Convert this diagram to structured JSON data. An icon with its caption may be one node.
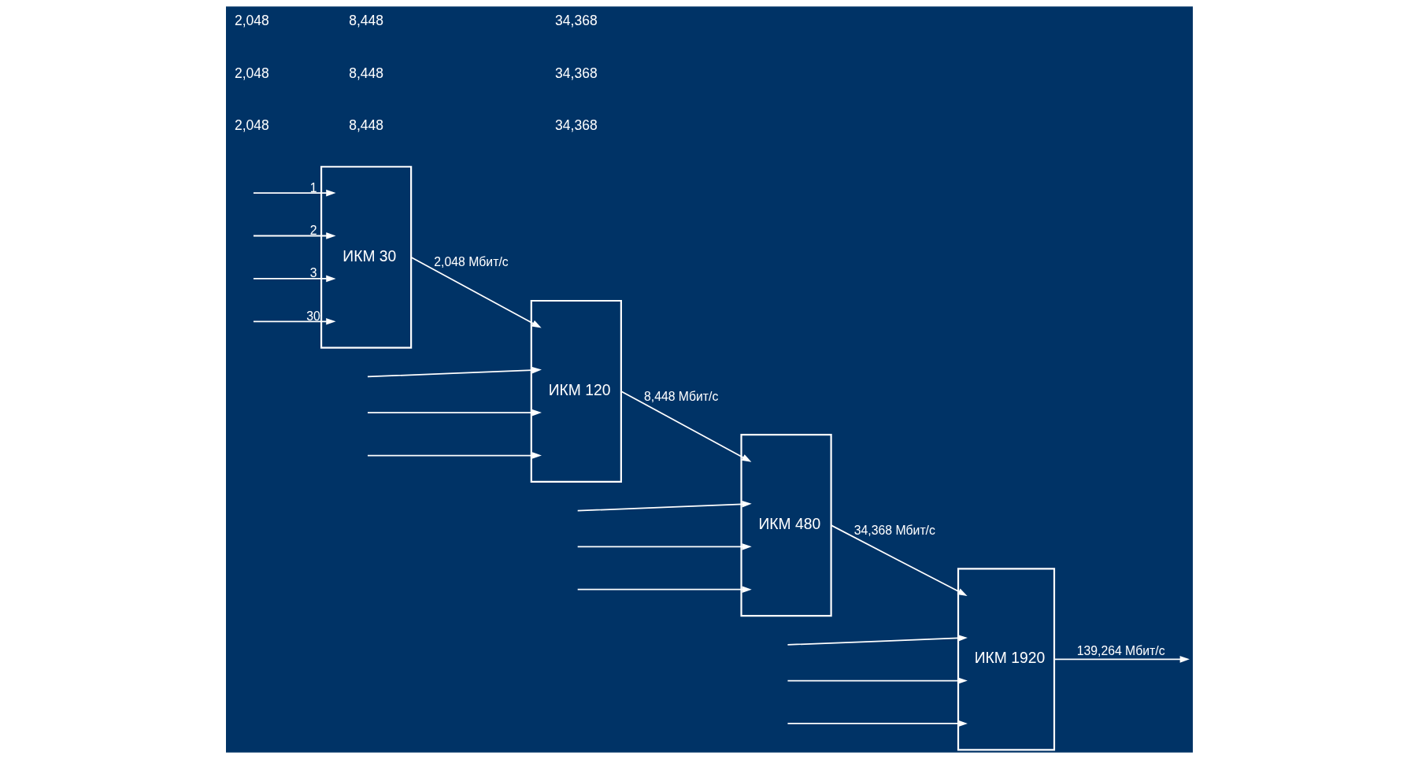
{
  "diagram": {
    "nodes": [
      {
        "text": [
          "ИКМ 30"
        ]
      },
      {
        "text": [
          "ИКМ 120"
        ]
      },
      {
        "text": [
          "ИКМ 480"
        ]
      },
      {
        "text": [
          "ИКМ 1920"
        ]
      }
    ],
    "edges": [
      {
        "from": null,
        "to": 0,
        "arrow": "to",
        "label": "1"
      },
      {
        "from": null,
        "to": 0,
        "arrow": "to",
        "label": "2"
      },
      {
        "from": null,
        "to": 0,
        "arrow": "to",
        "label": "3"
      },
      {
        "from": null,
        "to": 0,
        "arrow": "to",
        "label": "30"
      },
      {
        "from": 0,
        "to": 1,
        "arrow": "to",
        "label": "2,048 Мбит/с"
      },
      {
        "from": null,
        "to": 1,
        "arrow": "to"
      },
      {
        "from": null,
        "to": 1,
        "arrow": "to"
      },
      {
        "from": null,
        "to": 1,
        "arrow": "to"
      },
      {
        "from": 1,
        "to": 2,
        "arrow": "to",
        "label": "8,448 Мбит/с"
      },
      {
        "from": null,
        "to": 2,
        "arrow": "to"
      },
      {
        "from": null,
        "to": 2,
        "arrow": "to"
      },
      {
        "from": null,
        "to": 2,
        "arrow": "to"
      },
      {
        "from": 2,
        "to": 3,
        "arrow": "to",
        "label": "34,368 Мбит/с"
      },
      {
        "from": null,
        "to": 3,
        "arrow": "to"
      },
      {
        "from": null,
        "to": 3,
        "arrow": "to"
      },
      {
        "from": null,
        "to": 3,
        "arrow": "to"
      },
      {
        "from": 3,
        "to": null,
        "arrow": "to",
        "label": "139,264 Мбит/с"
      }
    ],
    "labels": [
      "2,048",
      "2,048",
      "2,048",
      "8,448",
      "8,448",
      "8,448",
      "34,368",
      "34,368",
      "34,368"
    ]
  }
}
